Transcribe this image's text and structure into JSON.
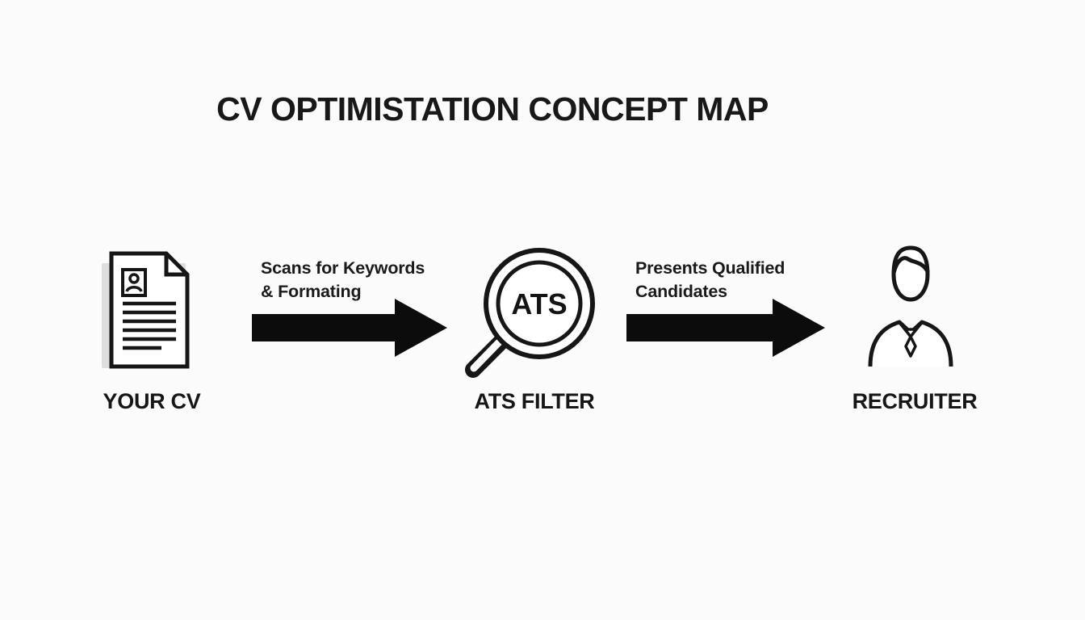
{
  "diagram": {
    "title": "CV OPTIMISTATION CONCEPT MAP",
    "nodes": [
      {
        "id": "your-cv",
        "label": "YOUR CV",
        "icon": "cv-document-icon"
      },
      {
        "id": "ats-filter",
        "label": "ATS FILTER",
        "icon": "magnifier-icon",
        "icon_text": "ATS"
      },
      {
        "id": "recruiter",
        "label": "RECRUITER",
        "icon": "person-icon"
      }
    ],
    "edges": [
      {
        "from": "your-cv",
        "to": "ats-filter",
        "label_line1": "Scans for Keywords",
        "label_line2": "& Formating"
      },
      {
        "from": "ats-filter",
        "to": "recruiter",
        "label_line1": "Presents Qualified",
        "label_line2": "Candidates"
      }
    ],
    "colors": {
      "background": "#fbfbfb",
      "ink": "#141414",
      "shadow": "#dedede"
    }
  }
}
